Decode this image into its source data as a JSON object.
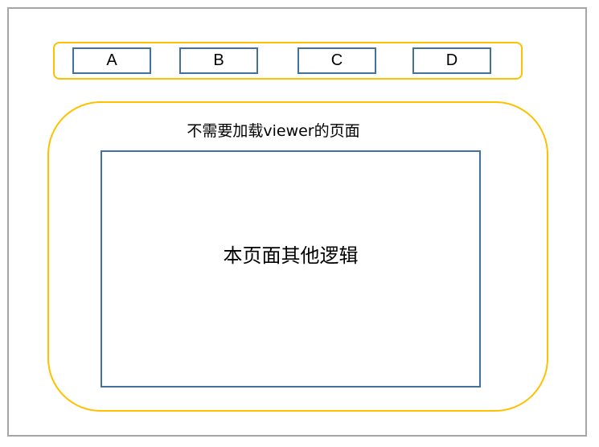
{
  "tabs": [
    {
      "label": "A"
    },
    {
      "label": "B"
    },
    {
      "label": "C"
    },
    {
      "label": "D"
    }
  ],
  "page": {
    "title": "不需要加载viewer的页面",
    "content": "本页面其他逻辑"
  },
  "colors": {
    "frame_border": "#a6a6a6",
    "container_border": "#ffc000",
    "box_border": "#41719c"
  }
}
